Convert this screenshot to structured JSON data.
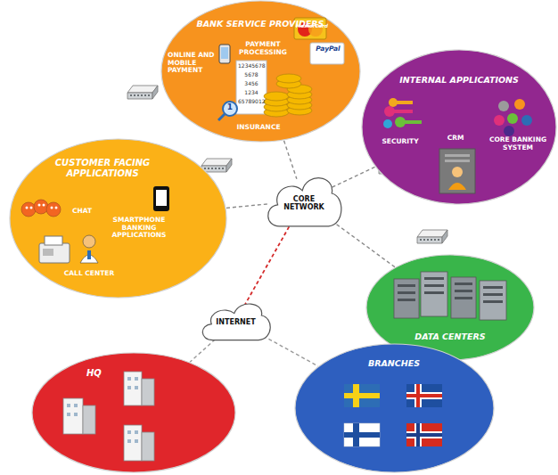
{
  "diagram": {
    "nodes": [
      {
        "text": [
          "BANK SERVICE PROVIDERS",
          "ONLINE AND MOBILE PAYMENT",
          "PAYMENT PROCESSING",
          "INSURANCE"
        ]
      },
      {
        "text": [
          "INTERNAL APPLICATIONS",
          "SECURITY",
          "CRM",
          "CORE BANKING SYSTEM"
        ]
      },
      {
        "text": [
          "CUSTOMER FACING APPLICATIONS",
          "CHAT",
          "SMARTPHONE BANKING APPLICATIONS",
          "CALL CENTER"
        ]
      },
      {
        "text": [
          "CORE NETWORK"
        ]
      },
      {
        "text": [
          "DATA CENTERS"
        ]
      },
      {
        "text": [
          "INTERNET"
        ]
      },
      {
        "text": [
          "HQ"
        ]
      },
      {
        "text": [
          "BRANCHES"
        ]
      }
    ],
    "edges": [
      {
        "from": 0,
        "to": 3,
        "arrow": "none"
      },
      {
        "from": 2,
        "to": 3,
        "arrow": "none"
      },
      {
        "from": 1,
        "to": 3,
        "arrow": "none"
      },
      {
        "from": 4,
        "to": 3,
        "arrow": "none"
      },
      {
        "from": 3,
        "to": 5,
        "arrow": "none"
      },
      {
        "from": 5,
        "to": 6,
        "arrow": "none"
      },
      {
        "from": 5,
        "to": 7,
        "arrow": "none"
      }
    ],
    "labels": [
      "MasterCard",
      "PayPal",
      "1",
      "12345678",
      "5678",
      "3456",
      "1234",
      "65789012"
    ]
  }
}
